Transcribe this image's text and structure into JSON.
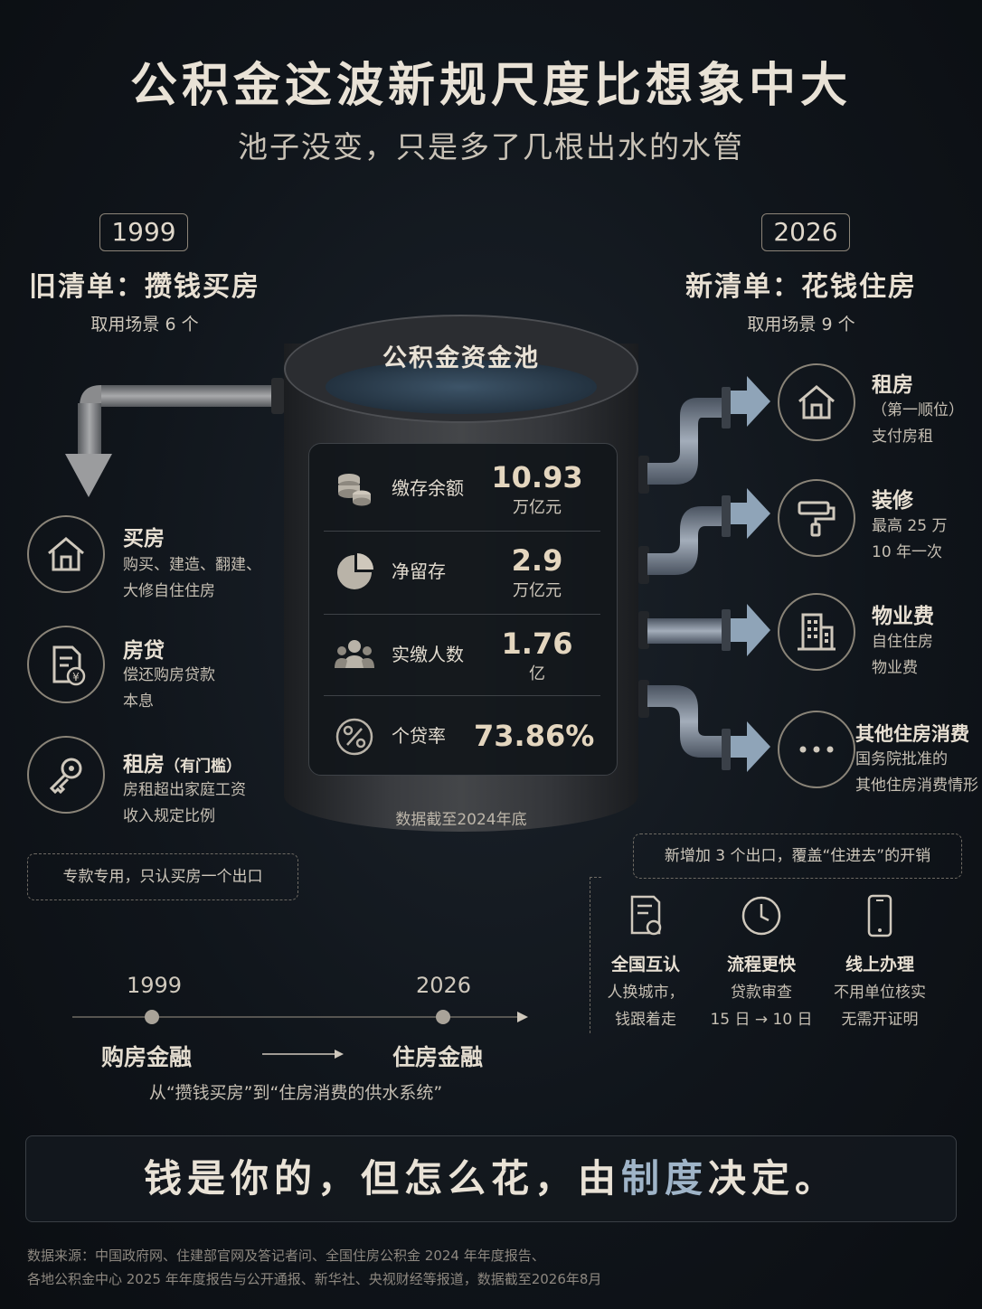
{
  "header": {
    "title": "公积金这波新规尺度比想象中大",
    "subtitle": "池子没变，只是多了几根出水的水管"
  },
  "left": {
    "year": "1999",
    "heading": "旧清单：攒钱买房",
    "scenarios": "取用场景 6 个",
    "items": [
      {
        "title": "买房",
        "title_note": "",
        "desc": [
          "购买、建造、翻建、",
          "大修自住住房"
        ],
        "icon": "house-icon"
      },
      {
        "title": "房贷",
        "title_note": "",
        "desc": [
          "偿还购房贷款",
          "本息"
        ],
        "icon": "loan-document-icon"
      },
      {
        "title": "租房",
        "title_note": "（有门槛）",
        "desc": [
          "房租超出家庭工资",
          "收入规定比例"
        ],
        "icon": "key-icon"
      }
    ],
    "note": "专款专用，只认买房一个出口"
  },
  "right": {
    "year": "2026",
    "heading": "新清单：花钱住房",
    "scenarios": "取用场景 9 个",
    "items": [
      {
        "title": "租房",
        "desc": [
          "（第一顺位）",
          "支付房租"
        ],
        "icon": "house-icon"
      },
      {
        "title": "装修",
        "desc": [
          "最高 25 万",
          "10 年一次"
        ],
        "icon": "paint-roller-icon"
      },
      {
        "title": "物业费",
        "desc": [
          "自住住房",
          "物业费"
        ],
        "icon": "building-icon"
      },
      {
        "title": "其他住房消费",
        "desc": [
          "国务院批准的",
          "其他住房消费情形"
        ],
        "icon": "more-icon"
      }
    ],
    "note": "新增加 3 个出口，覆盖“住进去”的开销",
    "features": [
      {
        "title": "全国互认",
        "desc": [
          "人换城市，",
          "钱跟着走"
        ],
        "icon": "certificate-icon"
      },
      {
        "title": "流程更快",
        "desc": [
          "贷款审查",
          "15 日 → 10 日"
        ],
        "icon": "clock-icon"
      },
      {
        "title": "线上办理",
        "desc": [
          "不用单位核实",
          "无需开证明"
        ],
        "icon": "phone-icon"
      }
    ]
  },
  "tank": {
    "label": "公积金资金池",
    "stats": [
      {
        "label": "缴存余额",
        "value": "10.93",
        "unit": "万亿元",
        "icon": "coins-icon"
      },
      {
        "label": "净留存",
        "value": "2.9",
        "unit": "万亿元",
        "icon": "pie-icon"
      },
      {
        "label": "实缴人数",
        "value": "1.76",
        "unit": "亿",
        "icon": "people-icon"
      },
      {
        "label": "个贷率",
        "value": "73.86%",
        "unit": "",
        "icon": "percent-icon"
      }
    ],
    "footnote": "数据截至2024年底"
  },
  "timeline": {
    "start_year": "1999",
    "end_year": "2026",
    "start_label": "购房金融",
    "end_label": "住房金融",
    "caption": "从“攒钱买房”到“住房消费的供水系统”"
  },
  "quote": {
    "part1": "钱是你的，但怎么花，由",
    "highlight": "制度",
    "part2": "决定。"
  },
  "source": {
    "line1": "数据来源：中国政府网、住建部官网及答记者问、全国住房公积金 2024 年年度报告、",
    "line2": "各地公积金中心 2025 年年度报告与公开通报、新华社、央视财经等报道，数据截至2026年8月"
  },
  "colors": {
    "accent": "#e4d6bf",
    "highlight": "#9fb4c8",
    "pipe": "#7d8da0"
  }
}
